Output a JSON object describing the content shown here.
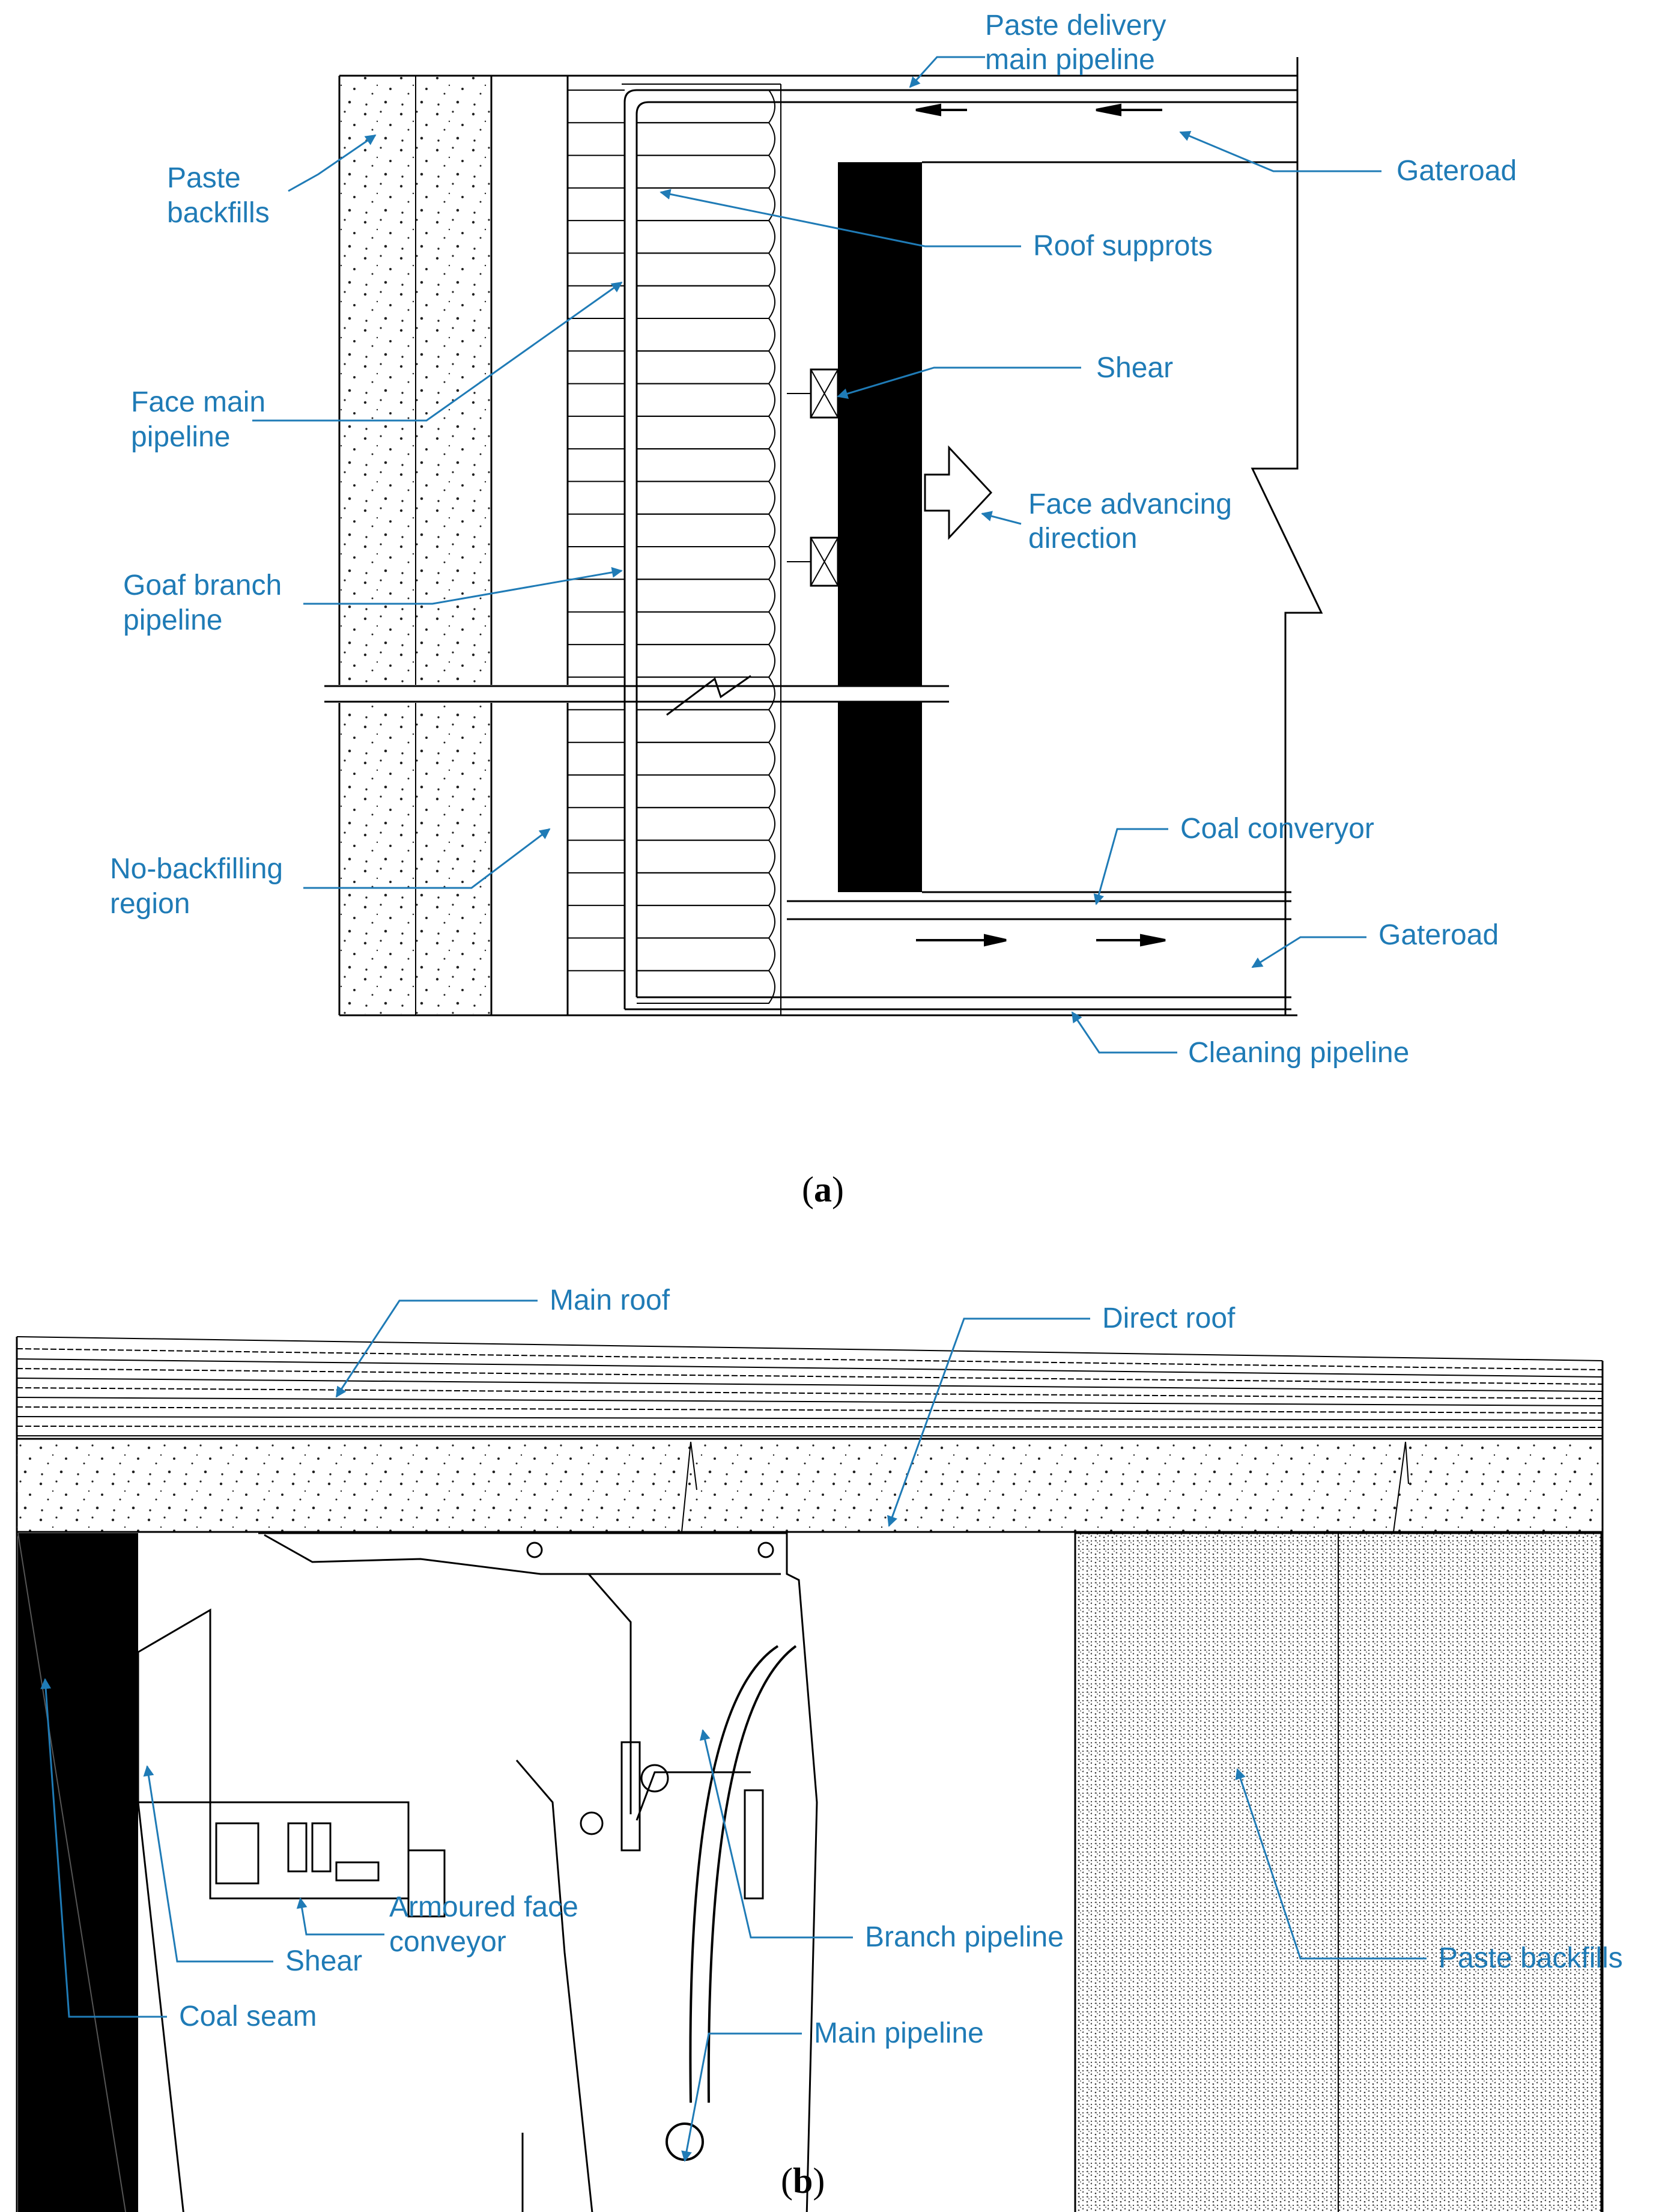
{
  "figure_a": {
    "caption_letter": "a",
    "labels": {
      "paste_delivery_1": "Paste delivery",
      "paste_delivery_2": "main pipeline",
      "gateroad_top": "Gateroad",
      "paste_backfills_1": "Paste",
      "paste_backfills_2": "backfills",
      "roof_supports": "Roof supprots",
      "shear": "Shear",
      "face_main_1": "Face main",
      "face_main_2": "pipeline",
      "face_adv_1": "Face advancing",
      "face_adv_2": "direction",
      "goaf_branch_1": "Goaf branch",
      "goaf_branch_2": "pipeline",
      "no_backfill_1": "No-backfilling",
      "no_backfill_2": "region",
      "coal_conveyor": "Coal converyor",
      "gateroad_bottom": "Gateroad",
      "cleaning_pipeline": "Cleaning pipeline"
    }
  },
  "figure_b": {
    "caption_letter": "b",
    "labels": {
      "main_roof": "Main roof",
      "direct_roof": "Direct roof",
      "armoured_1": "Armoured face",
      "armoured_2": "conveyor",
      "shear": "Shear",
      "branch_pipeline": "Branch pipeline",
      "paste_backfills": "Paste backfills",
      "coal_seam": "Coal seam",
      "main_pipeline": "Main pipeline"
    }
  },
  "colors": {
    "label_blue": "#1f7bb6",
    "coal_black": "#000000"
  }
}
